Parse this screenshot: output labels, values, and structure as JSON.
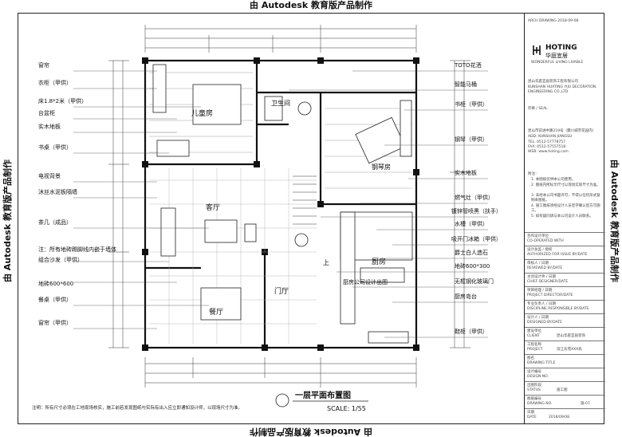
{
  "watermark": "由 Autodesk 教育版产品制作",
  "title_block": {
    "top_tiny": "ARCH DRAWING 2018-09-08",
    "logo_en": "HOTING",
    "logo_cn": "华庭宜居",
    "logo_sub": "WONDERFUL LIVING LIVABLE",
    "company_cn": "昆山华庭宜居装饰工程有限公司",
    "company_en": "KUNSHAN HUATING YIJU DECORATION ENGINEERING CO.,LTD",
    "label_seal": "印章 / SEAL",
    "addr_cn": "昆山市前进中路219号（震川城市花园内）",
    "addr_en": "ADD: KUNSHAN JIANGSU",
    "tel": "TEL: 0512-57778757",
    "fax": "FAX: 0512-57557518",
    "web": "WEB: www.hoting.com",
    "notes_label": "附注：",
    "notes": [
      "1. 本图纸仅供本公司使用。",
      "2. 图纸内所标示尺寸以现场实际尺寸为准。",
      "3. 未经本公司书面许可，不得以任何形式复制本图纸。",
      "4. 施工图纸须经设计人员签字确认后方可施工。",
      "5. 如有疑问请与本公司设计人员联系。"
    ],
    "rows": [
      {
        "cn": "合作设计单位",
        "en": "CO-OPERATED WITH",
        "value": ""
      },
      {
        "cn": "设计总监 / 授权",
        "en": "AUTHORIZED FOR ISSUE BY/DATE",
        "value": ""
      },
      {
        "cn": "审核人 / 日期",
        "en": "REVIEWED BY/DATE",
        "value": ""
      },
      {
        "cn": "主创设计师 / 日期",
        "en": "CHIEF DESIGNER/DATE",
        "value": ""
      },
      {
        "cn": "项目经理 / 日期",
        "en": "PROJECT DIRECTOR/DATE",
        "value": ""
      },
      {
        "cn": "专业负责人 / 日期",
        "en": "DISCIPLINE RESPONSIBLE BY/DATE",
        "value": ""
      },
      {
        "cn": "设计人 / 日期",
        "en": "DESIGNED BY/DATE",
        "value": ""
      },
      {
        "cn": "建设单位",
        "en": "CLIENT",
        "value": "昆山华庭宜居装饰"
      },
      {
        "cn": "工程名称",
        "en": "PROJECT",
        "value": "滨江东苑XXX栋"
      },
      {
        "cn": "图名",
        "en": "DRAWING TITLE",
        "value": ""
      },
      {
        "cn": "设计编号",
        "en": "DESIGN NO.",
        "value": ""
      },
      {
        "cn": "出图阶段",
        "en": "STATUS",
        "value": "施工图"
      },
      {
        "cn": "图纸编号",
        "en": "DRAWING NO.",
        "value": "施-07"
      },
      {
        "cn": "日期",
        "en": "DATE",
        "value": "2018/09/08"
      }
    ]
  },
  "plan": {
    "title": "一层平面布置图",
    "scale": "SCALE: 1/55",
    "rooms": {
      "child_room": "儿童房",
      "bath": "卫生间",
      "piano_room": "钢琴房",
      "living": "客厅",
      "kitchen": "厨房",
      "hall": "门厅",
      "dining": "餐厅",
      "up": "上",
      "kitchen_note": "厨房公司设计出图"
    },
    "left_callouts": [
      "窗帘",
      "衣柜（甲供）",
      "床1.8*2米（甲供）",
      "台盆柜",
      "实木地板",
      "书桌（甲供）",
      "电视背景",
      "沐丝水泥板隔墙",
      "茶几（成品）",
      "注：所有地砖踢脚线内嵌于墙体",
      "组合沙发（甲供）",
      "地砖600*600",
      "餐桌（甲供）",
      "窗帘（甲供）"
    ],
    "right_callouts": [
      "TOTO花洒",
      "智能马桶",
      "书柜（甲供）",
      "钢琴（甲供）",
      "实木地板",
      "燃气灶（甲供）",
      "镀锌管喷黑（扶手）",
      "水槽（甲供）",
      "吸开门冰箱（甲供）",
      "爵士白人造石",
      "地砖600*300",
      "无框钢化玻璃门",
      "厨房岛台",
      "鞋柜（甲供）"
    ]
  },
  "bottom_note": "注明：所有尺寸必须在工地现场核实，施工前若发现图纸与实际有出入应立即通知设计师，以现场尺寸为准。",
  "colors": {
    "line": "#222222",
    "bg": "#ffffff"
  }
}
